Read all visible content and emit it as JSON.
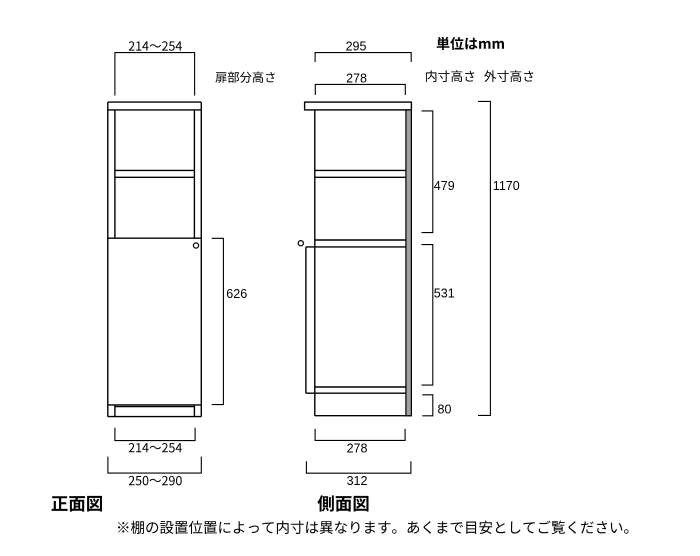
{
  "unit_label": "単位はmm",
  "note": "※棚の設置位置によって内寸は異なります。あくまで目安としてご覧ください。",
  "colors": {
    "line": "#000000",
    "back_panel": "#a0a0a0",
    "background": "#ffffff"
  },
  "front_view": {
    "title": "正面図",
    "labels": {
      "top_inner_width": "214〜254",
      "door_section_label": "扉部分高さ",
      "door_height": "626",
      "bottom_inner_width": "214〜254",
      "bottom_outer_width": "250〜290"
    }
  },
  "side_view": {
    "title": "側面図",
    "labels": {
      "outer_depth_top": "295",
      "inner_depth_top": "278",
      "inner_height_label": "内寸高さ",
      "outer_height_label": "外寸高さ",
      "upper_section_height": "479",
      "lower_section_height": "531",
      "base_height": "80",
      "total_height": "1170",
      "inner_depth_bottom": "278",
      "outer_depth_bottom": "312"
    }
  }
}
